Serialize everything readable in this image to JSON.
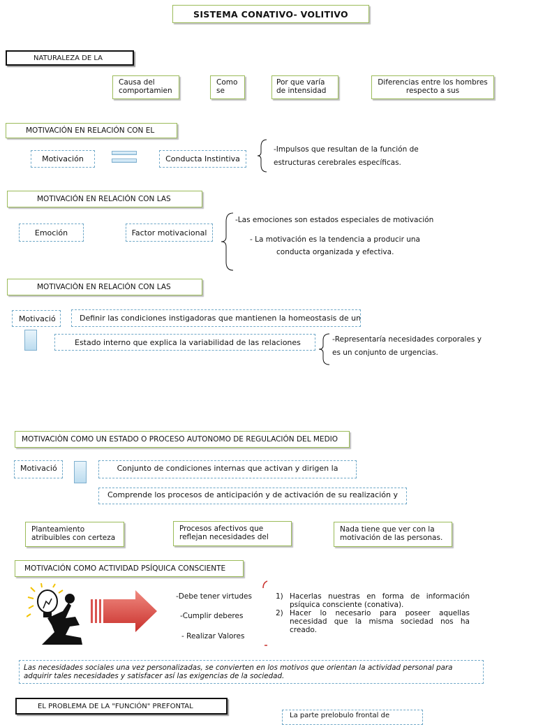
{
  "title": "SISTEMA CONATIVO- VOLITIVO",
  "sec1": {
    "header": "NATURALEZA DE LA",
    "items": [
      "Causa del comportamien",
      "Como se",
      "Por que varía de intensidad",
      "Diferencias entre los hombres respecto a sus"
    ]
  },
  "sec2": {
    "header": "MOTIVACIÓN EN RELACIÓN CON EL",
    "left": "Motivación",
    "right": "Conducta Instintiva",
    "note_l1": "-Impulsos que resultan de la función de",
    "note_l2": "estructuras cerebrales específicas."
  },
  "sec3": {
    "header": "MOTIVACIÓN EN RELACIÓN CON LAS",
    "left": "Emoción",
    "right": "Factor motivacional",
    "note1": "-Las emociones son estados especiales de motivación",
    "note2_l1": "- La motivación es la tendencia a producir una",
    "note2_l2": "conducta organizada y efectiva."
  },
  "sec4": {
    "header": "MOTIVACIÒN EN RELACIÓN CON LAS",
    "left": "Motivació",
    "def1": "Definir las condiciones instigadoras que mantienen la homeostasis de un",
    "def2": "Estado interno que explica la variabilidad de las relaciones",
    "note_l1": "-Representaría necesidades corporales y",
    "note_l2": "es un conjunto de urgencias."
  },
  "sec5": {
    "header": "MOTIVACIÒN COMO UN ESTADO O PROCESO AUTONOMO DE REGULACIÓN DEL MEDIO",
    "left": "Motivació",
    "def1": "Conjunto de condiciones internas que activan y dirigen la",
    "def2": "Comprende los procesos de anticipación y de activación de su realización y",
    "boxes": [
      "Planteamiento atribuibles con certeza",
      "Procesos afectivos que reflejan necesidades del",
      "Nada tiene que ver con la motivación de las personas."
    ]
  },
  "sec6": {
    "header": "MOTIVACIÓN COMO ACTIVIDAD PSÍQUICA CONSCIENTE",
    "list": [
      "-Debe tener virtudes",
      "-Cumplir deberes",
      "- Realizar Valores"
    ],
    "num1": "1)",
    "point1": "Hacerlas nuestras en forma de información psíquica consciente (conativa).",
    "num2": "2)",
    "point2": "Hacer lo necesario para poseer aquellas necesidad que la misma sociedad nos ha creado.",
    "quote": "Las necesidades sociales una vez personalizadas, se convierten en los motivos que orientan la actividad personal para adquirir tales necesidades y satisfacer así las exigencias de la sociedad."
  },
  "sec7": {
    "header": "EL PROBLEMA DE LA \"FUNCIÓN\" PREFONTAL",
    "partial": "La parte prelobulo frontal de"
  },
  "colors": {
    "green_border": "#9bbb59",
    "dashed_blue": "#6fa8c8",
    "arrow_red": "#d9534f"
  },
  "icons": [
    "lightbulb-thinker-icon",
    "red-arrow-icon"
  ]
}
